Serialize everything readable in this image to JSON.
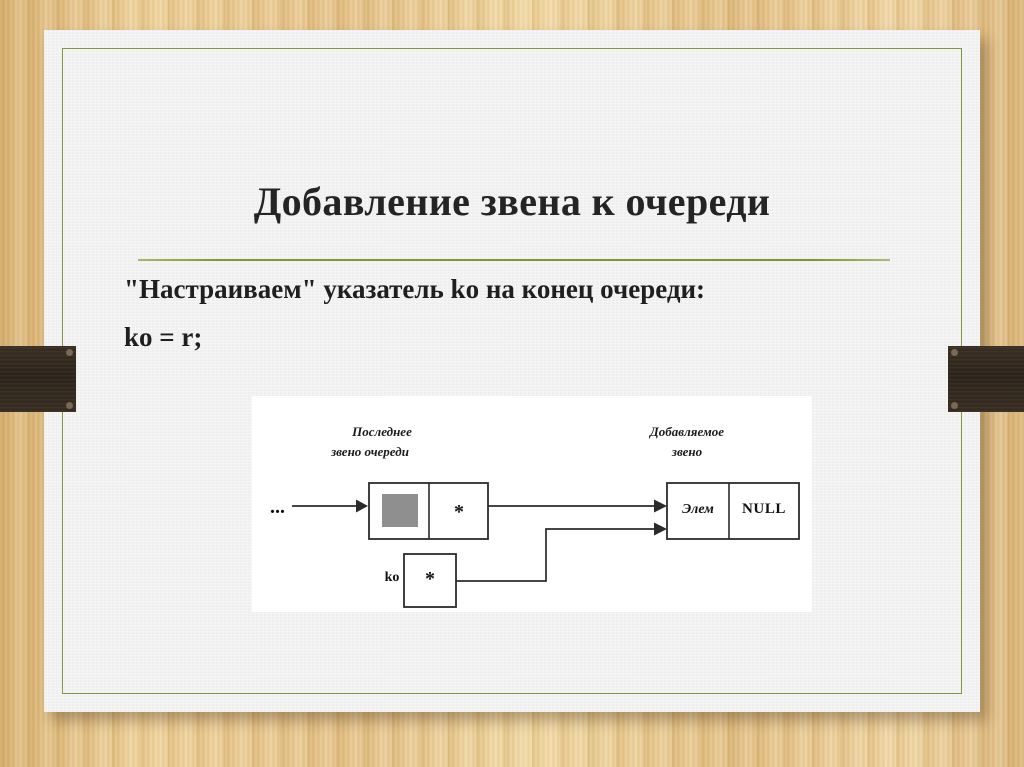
{
  "slide": {
    "title": "Добавление звена к очереди",
    "body_lines": [
      "\"Настраиваем\" указатель ko на конец очереди:",
      "ko = r;"
    ],
    "accent_color": "#7d9a3e",
    "background_color": "#e8c88a",
    "panel_color": "#f2f2f2"
  },
  "diagram": {
    "labels": {
      "left": "Последнее звено очереди",
      "left_line_1": "Последнее",
      "left_line_2": "звено очереди",
      "right": "Добавляемое звено",
      "right_line_1": "Добавляемое",
      "right_line_2": "звено"
    },
    "ellipsis": "...",
    "last_node": {
      "data_cell": "",
      "pointer_cell": "*"
    },
    "new_node": {
      "data_cell": "Элем",
      "pointer_cell": "NULL"
    },
    "ko_pointer": {
      "name": "ko",
      "value": "*"
    }
  }
}
